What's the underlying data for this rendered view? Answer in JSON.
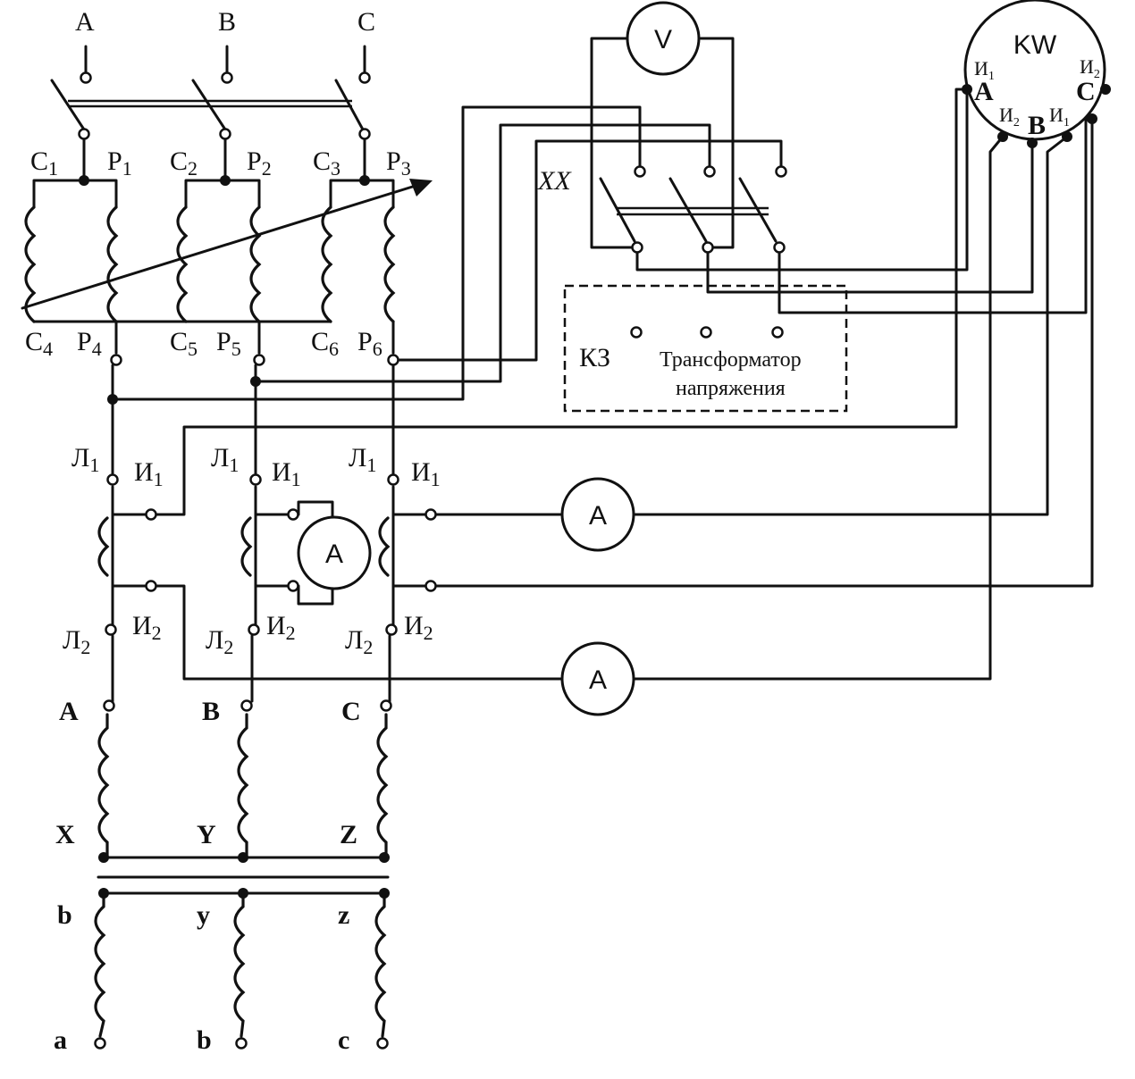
{
  "supply": {
    "phase_a": "A",
    "phase_b": "B",
    "phase_c": "C"
  },
  "regulator": {
    "c1": "C",
    "c1_sub": "1",
    "p1": "P",
    "p1_sub": "1",
    "c2": "C",
    "c2_sub": "2",
    "p2": "P",
    "p2_sub": "2",
    "c3": "C",
    "c3_sub": "3",
    "p3": "P",
    "p3_sub": "3",
    "c4": "C",
    "c4_sub": "4",
    "p4": "P",
    "p4_sub": "4",
    "c5": "C",
    "c5_sub": "5",
    "p5": "P",
    "p5_sub": "5",
    "c6": "C",
    "c6_sub": "6",
    "p6": "P",
    "p6_sub": "6"
  },
  "mode_switch": {
    "no_load": "XX",
    "short_circuit": "КЗ"
  },
  "voltage_transformer": {
    "line1": "Трансформатор",
    "line2": "напряжения"
  },
  "meters": {
    "voltmeter": "V",
    "ammeter": "A",
    "wattmeter": "KW"
  },
  "wattmeter_terminals": {
    "i1_left": "И",
    "i1_left_sub": "1",
    "a": "A",
    "i2_mid": "И",
    "i2_mid_sub": "2",
    "b": "B",
    "i1_mid": "И",
    "i1_mid_sub": "1",
    "c": "C",
    "i2_right": "И",
    "i2_right_sub": "2"
  },
  "current_transformers": {
    "l1": "Л",
    "l1_sub": "1",
    "i1": "И",
    "i1_sub": "1",
    "l2": "Л",
    "l2_sub": "2",
    "i2": "И",
    "i2_sub": "2"
  },
  "transformer_primary": {
    "a": "A",
    "b": "B",
    "c": "C",
    "x": "X",
    "y": "Y",
    "z": "Z"
  },
  "transformer_secondary": {
    "top_left": "b",
    "top_mid": "y",
    "top_right": "z",
    "a": "a",
    "b": "b",
    "c": "c"
  }
}
